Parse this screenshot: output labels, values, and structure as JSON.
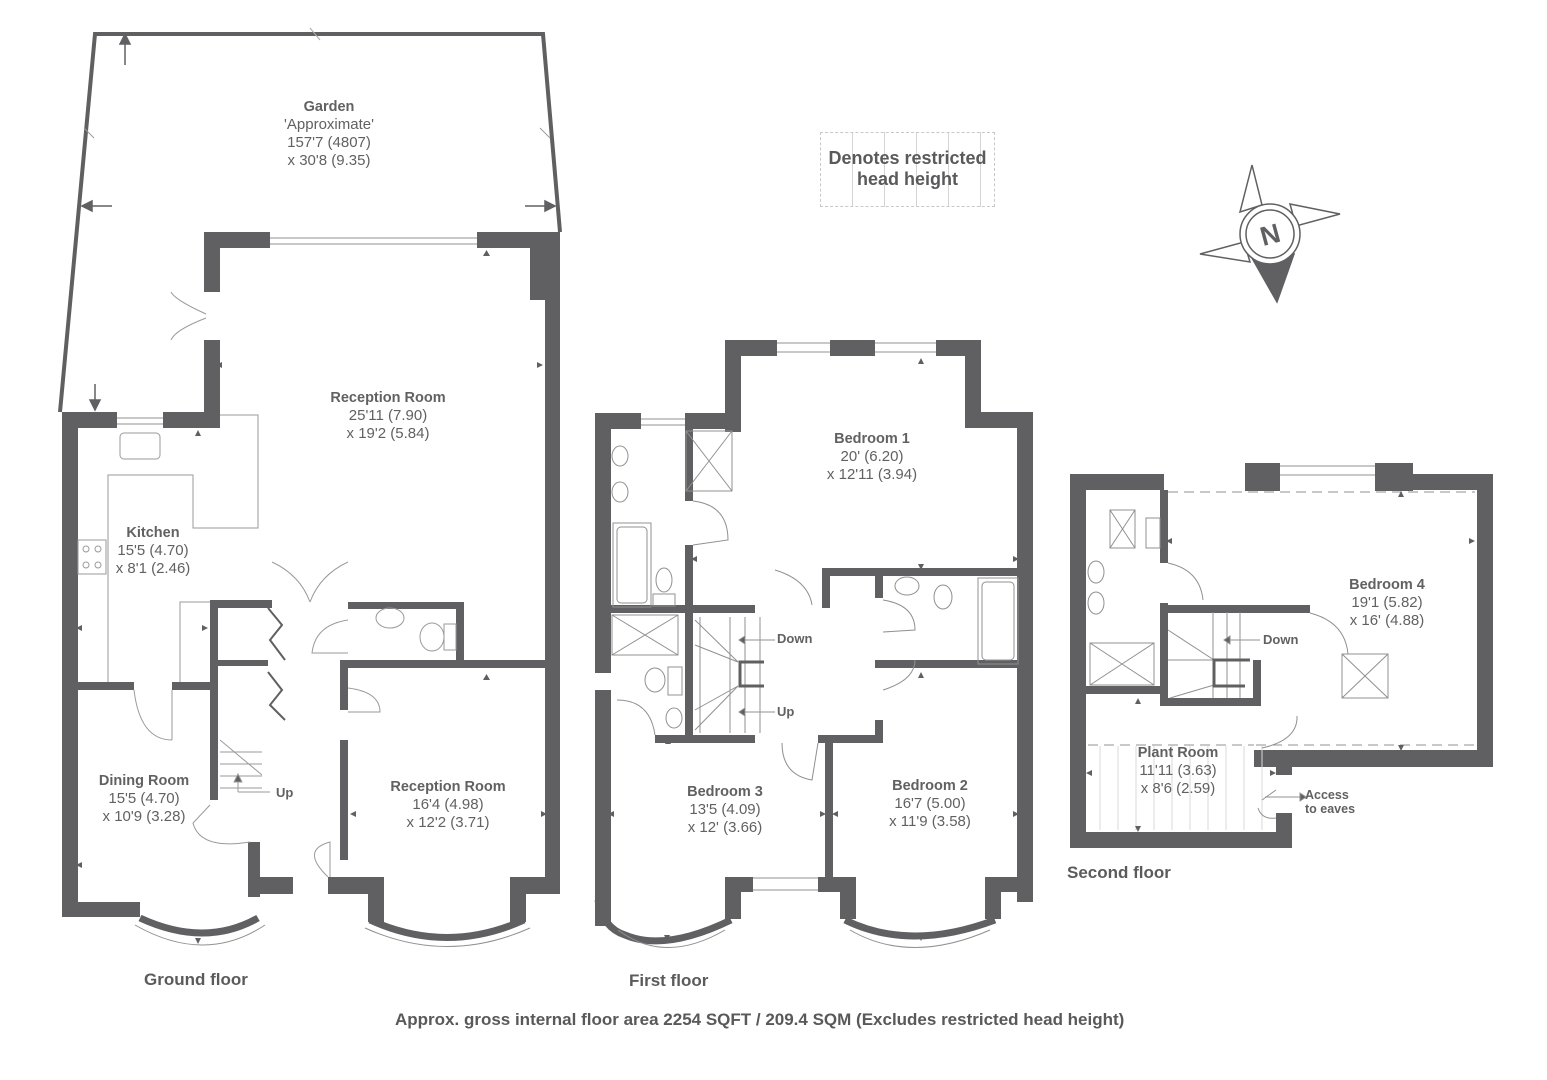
{
  "legend": {
    "text_line1": "Denotes restricted",
    "text_line2": "head height"
  },
  "compass": {
    "label": "N",
    "icon": "compass-north-icon"
  },
  "floors": {
    "ground": {
      "title": "Ground floor",
      "rooms": [
        {
          "name": "Garden",
          "sub": "'Approximate'",
          "dim1": "157'7 (4807)",
          "dim2": "x 30'8 (9.35)"
        },
        {
          "name": "Reception Room",
          "dim1": "25'11 (7.90)",
          "dim2": "x 19'2 (5.84)"
        },
        {
          "name": "Kitchen",
          "dim1": "15'5 (4.70)",
          "dim2": "x 8'1 (2.46)"
        },
        {
          "name": "Dining Room",
          "dim1": "15'5 (4.70)",
          "dim2": "x 10'9 (3.28)"
        },
        {
          "name": "Reception Room",
          "dim1": "16'4 (4.98)",
          "dim2": "x 12'2 (3.71)"
        }
      ],
      "stairs_label": "Up"
    },
    "first": {
      "title": "First floor",
      "rooms": [
        {
          "name": "Bedroom 1",
          "dim1": "20' (6.20)",
          "dim2": "x 12'11 (3.94)"
        },
        {
          "name": "Bedroom 3",
          "dim1": "13'5 (4.09)",
          "dim2": "x 12' (3.66)"
        },
        {
          "name": "Bedroom 2",
          "dim1": "16'7 (5.00)",
          "dim2": "x 11'9 (3.58)"
        }
      ],
      "stairs_down": "Down",
      "stairs_up": "Up"
    },
    "second": {
      "title": "Second floor",
      "rooms": [
        {
          "name": "Bedroom 4",
          "dim1": "19'1 (5.82)",
          "dim2": "x 16' (4.88)"
        },
        {
          "name": "Plant Room",
          "dim1": "11'11 (3.63)",
          "dim2": "x 8'6 (2.59)"
        }
      ],
      "stairs_down": "Down",
      "eaves_line1": "Access",
      "eaves_line2": "to eaves"
    }
  },
  "footer": {
    "area_text": "Approx. gross internal floor area 2254 SQFT / 209.4 SQM (Excludes restricted head height)"
  },
  "colors": {
    "wall": "#606062",
    "line": "#9a9a9a",
    "text": "#616163",
    "background": "#ffffff"
  }
}
